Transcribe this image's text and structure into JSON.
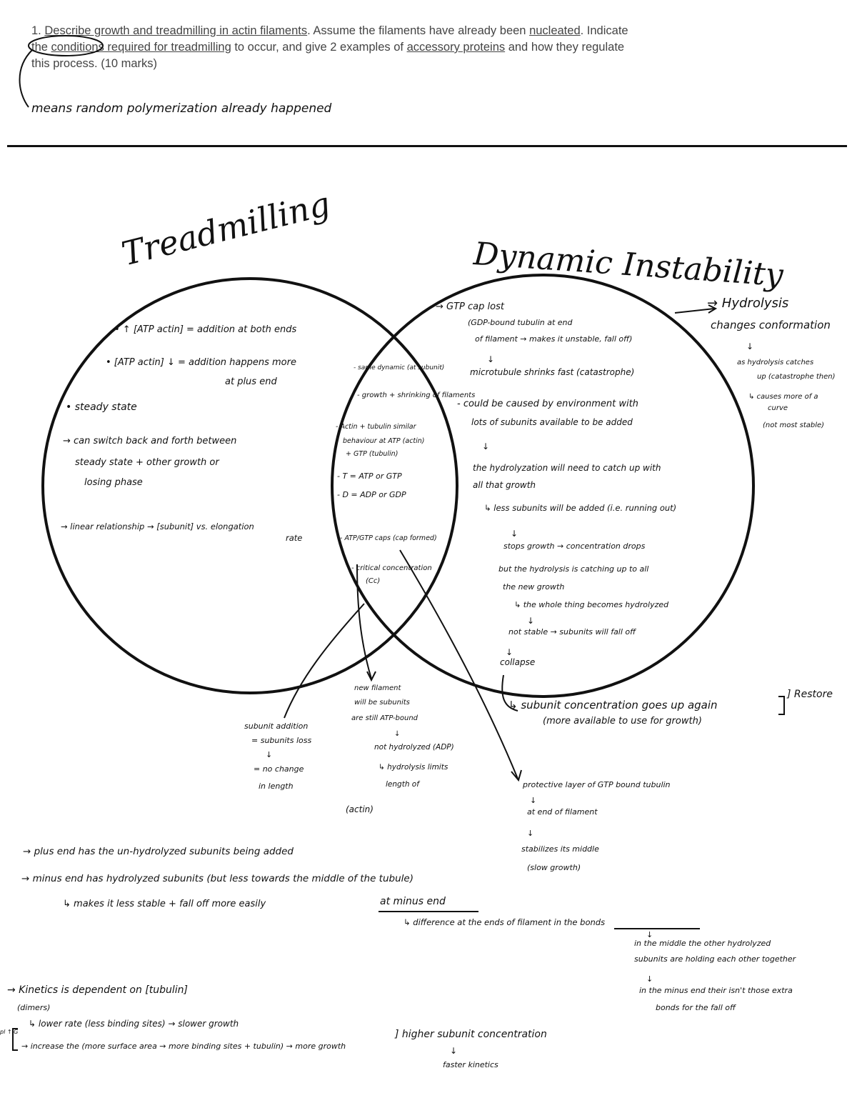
{
  "question": {
    "number": "1.",
    "seg1": "Describe growth and treadmilling in actin filaments",
    "seg2": ".  Assume the filaments have already been ",
    "seg3": "nucleated",
    "seg4": ".  Indicate the ",
    "seg5": "conditions required for treadmilling",
    "seg6": " to occur, and give 2 examples of ",
    "seg7": "accessory proteins",
    "seg8": " and how they regulate this process.  (10 marks)"
  },
  "header_note": "means random polymerization already happened",
  "titles": {
    "left": "Treadmilling",
    "right": "Dynamic Instability"
  },
  "treadmilling": [
    "• ↑ [ATP actin] = addition at both ends",
    "• [ATP actin] ↓ = addition happens more",
    "at plus end",
    "• steady state",
    "→ can switch back and forth between",
    "steady state + other growth or",
    "losing phase",
    "→ linear relationship → [subunit] vs. elongation",
    "rate"
  ],
  "overlap": [
    "- same dynamic (at subunit)",
    "- growth + shrinking of filaments",
    "- Actin + tubulin similar",
    "behaviour at ATP (actin)",
    "+ GTP (tubulin)",
    "- T = ATP or GTP",
    "- D = ADP or GDP",
    "- ATP/GTP caps (cap formed)",
    "- critical concentration",
    "(Cc)"
  ],
  "dynamic": [
    "→ GTP cap lost",
    "(GDP-bound tubulin at end",
    "of filament → makes it unstable, fall off)",
    "↓",
    "microtubule shrinks fast (catastrophe)",
    "- could be caused by environment with",
    "lots of subunits available to be added",
    "↓",
    "the hydrolyzation will need to catch up with",
    "all that growth",
    "↳ less subunits will be added (i.e. running out)",
    "↓",
    "stops growth → concentration drops",
    "but the hydrolysis is catching up to all",
    "the new growth",
    "↳ the whole thing becomes hydrolyzed",
    "↓",
    "not stable → subunits will fall off",
    "↓",
    "collapse"
  ],
  "hydrolysis_note": [
    "→ Hydrolysis",
    "changes conformation",
    "↓",
    "as hydrolysis catches",
    "up (catastrophe then)",
    "↳ causes more of a",
    "curve",
    "(not most stable)"
  ],
  "restore": {
    "line1": "↳ subunit concentration goes up again",
    "line2": "(more available to use for growth)",
    "label": "] Restore"
  },
  "bottom_left_note": [
    "subunit addition",
    "= subunits loss",
    "↓",
    "= no change",
    "in length"
  ],
  "bottom_mid_note": [
    "new filament",
    "will be subunits",
    "are still ATP-bound",
    "↓",
    "not hydrolyzed (ADP)",
    "↳ hydrolysis limits",
    "length of",
    "(actin)"
  ],
  "bottom_right_note": [
    "protective layer of GTP bound tubulin",
    "↓",
    "at end of filament",
    "↓",
    "stabilizes its middle",
    "(slow growth)"
  ],
  "ends_notes": {
    "plus": "→ plus end  has the un-hydrolyzed subunits being added",
    "minus": "→ minus end has hydrolyzed subunits (but less towards the middle of the tubule)",
    "minus2": "↳ makes it less stable + fall off more easily",
    "minus_end": "at minus end",
    "diff": "↳ difference at the ends of filament in the bonds",
    "middle1": "↓",
    "middle2": "in the middle the other hydrolyzed",
    "middle3": "subunits are holding each other together",
    "middle4": "↓",
    "middle5": "in the minus end their isn't those extra",
    "middle6": "bonds for the fall off"
  },
  "kinetics": {
    "line1": "→ Kinetics is dependent on [tubulin]",
    "line2": "(dimers)",
    "line3": "↳ lower rate (less binding sites) → slower growth",
    "line4": "→ increase the (more surface area → more binding sites + tubulin) → more growth",
    "bracket": "] higher subunit concentration",
    "arrow": "↓",
    "result": "faster kinetics",
    "side": "pl ↑ G"
  }
}
